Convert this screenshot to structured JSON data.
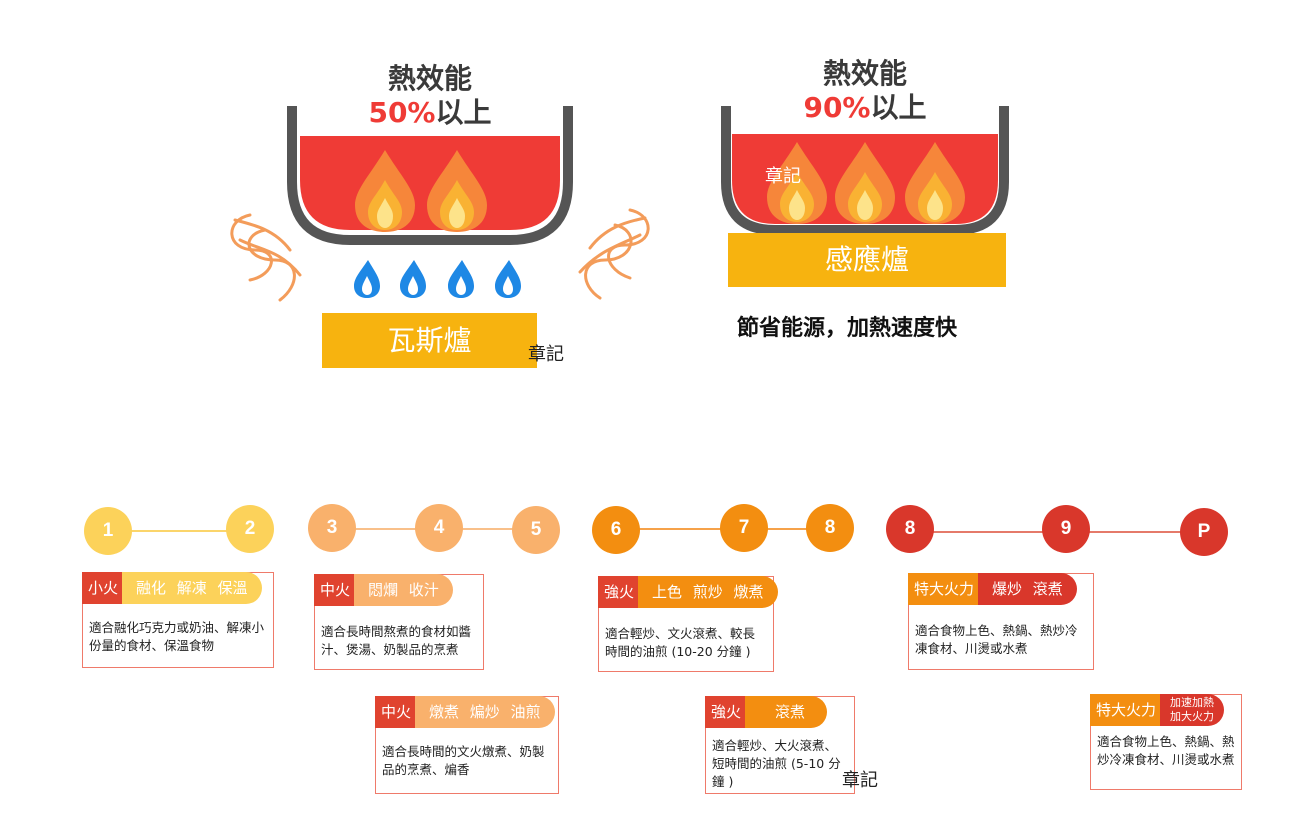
{
  "gas": {
    "efficiency_label": "熱效能",
    "efficiency_pct": "50%",
    "efficiency_suffix": "以上",
    "stove_label": "瓦斯爐",
    "note": "章記"
  },
  "induction": {
    "efficiency_label": "熱效能",
    "efficiency_pct": "90%",
    "efficiency_suffix": "以上",
    "stove_label": "感應爐",
    "note": "章記",
    "caption": "節省能源，加熱速度快"
  },
  "levels": [
    "1",
    "2",
    "3",
    "4",
    "5",
    "6",
    "7",
    "8",
    "8",
    "9",
    "P"
  ],
  "cards": [
    {
      "level": "小火",
      "uses": "融化 解凍 保溫",
      "desc": "適合融化巧克力或奶油、解凍小份量的食材、保溫食物"
    },
    {
      "level": "中火",
      "uses": "悶爛 收汁",
      "desc": "適合長時間熬煮的食材如醬汁、煲湯、奶製品的烹煮"
    },
    {
      "level": "中火",
      "uses": "燉煮 煸炒 油煎",
      "desc": "適合長時間的文火燉煮、奶製品的烹煮、煸香"
    },
    {
      "level": "強火",
      "uses": "上色 煎炒 燉煮",
      "desc": "適合輕炒、文火滾煮、較長時間的油煎 (10-20 分鐘 )"
    },
    {
      "level": "強火",
      "uses": "滾煮",
      "desc": "適合輕炒、大火滾煮、短時間的油煎 (5-10 分鐘 )"
    },
    {
      "level": "特大火力",
      "uses": "爆炒 滾煮",
      "desc": "適合食物上色、熱鍋、熱炒冷凍食材、川燙或水煮"
    },
    {
      "level": "特大火力",
      "uses": "加速加熱 加大火力",
      "desc": "適合食物上色、熱鍋、熱炒冷凍食材、川燙或水煮"
    }
  ],
  "bottom_note": "章記",
  "colors": {
    "red": "#ef3b36",
    "pot": "#555555",
    "stove": "#f7b30f",
    "flame_outer": "#f6863a",
    "flame_mid": "#f9b233",
    "flame_inner": "#fde38a",
    "blue_flame": "#1e88e5",
    "steam": "#f39c5a"
  }
}
